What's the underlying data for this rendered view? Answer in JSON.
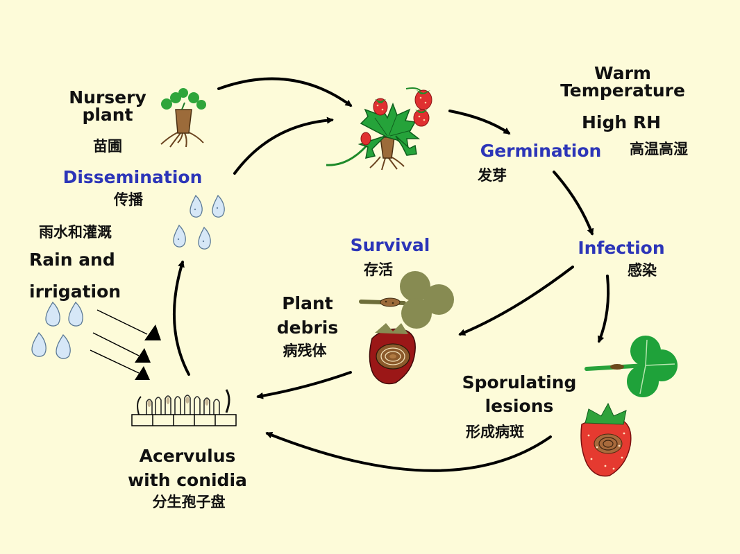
{
  "colors": {
    "background": "#fdfbd9",
    "stage_label": "#2c35b8",
    "text": "#111111",
    "leaf_green": "#27a23a",
    "strawberry_red": "#e03030",
    "debris_olive": "#8a8a50",
    "water_drop": "#cfe3f7"
  },
  "labels": {
    "nursery_en": "Nursery plant",
    "nursery_cn": "苗圃",
    "dissemination_en": "Dissemination",
    "dissemination_cn": "传播",
    "rain_cn": "雨水和灌溉",
    "rain_en": "Rain and irrigation",
    "warm_temp": "Warm Temperature",
    "high_rh": "High RH",
    "warm_cn": "高温高湿",
    "germination_en": "Germination",
    "germination_cn": "发芽",
    "infection_en": "Infection",
    "infection_cn": "感染",
    "survival_en": "Survival",
    "survival_cn": "存活",
    "debris_en": "Plant debris",
    "debris_cn": "病残体",
    "sporulating_en": "Sporulating lesions",
    "sporulating_cn": "形成病斑",
    "acervulus_en": "Acervulus with conidia",
    "acervulus_cn": "分生孢子盘"
  },
  "icons": [
    "nursery-plant-icon",
    "strawberry-plant-icon",
    "water-drop-icon",
    "rain-wedge-icon",
    "debris-leaf-icon",
    "rotten-strawberry-icon",
    "sporulating-leaf-icon",
    "lesion-strawberry-icon",
    "acervulus-icon"
  ]
}
